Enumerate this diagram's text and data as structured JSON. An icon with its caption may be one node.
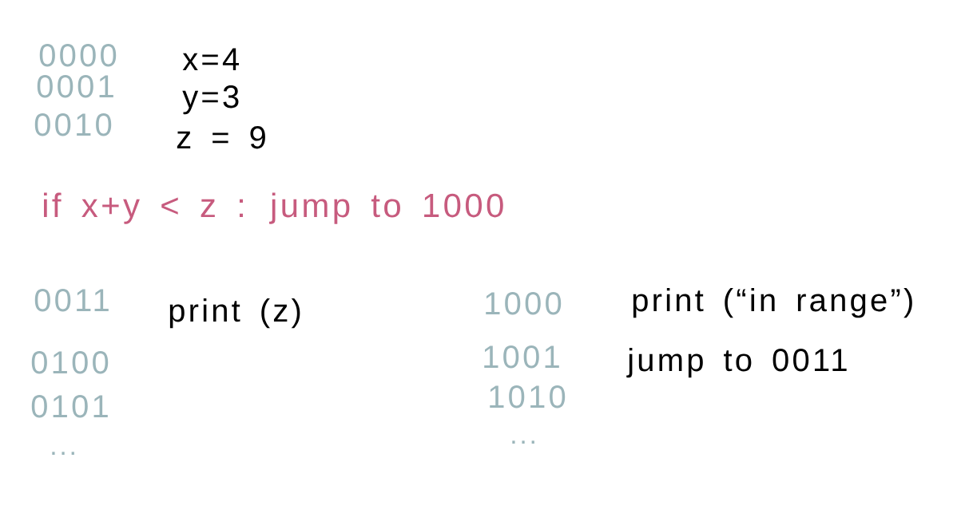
{
  "diagram": {
    "labels": [
      "0000",
      "x=4",
      "0001",
      "y=3",
      "0010",
      "z = 9",
      "if x+y < z : jump to 1000",
      "0011",
      "print (z)",
      "1000",
      "print (“in range”)",
      "0100",
      "1001",
      "jump to 0011",
      "0101",
      "1010",
      "...",
      "..."
    ]
  }
}
